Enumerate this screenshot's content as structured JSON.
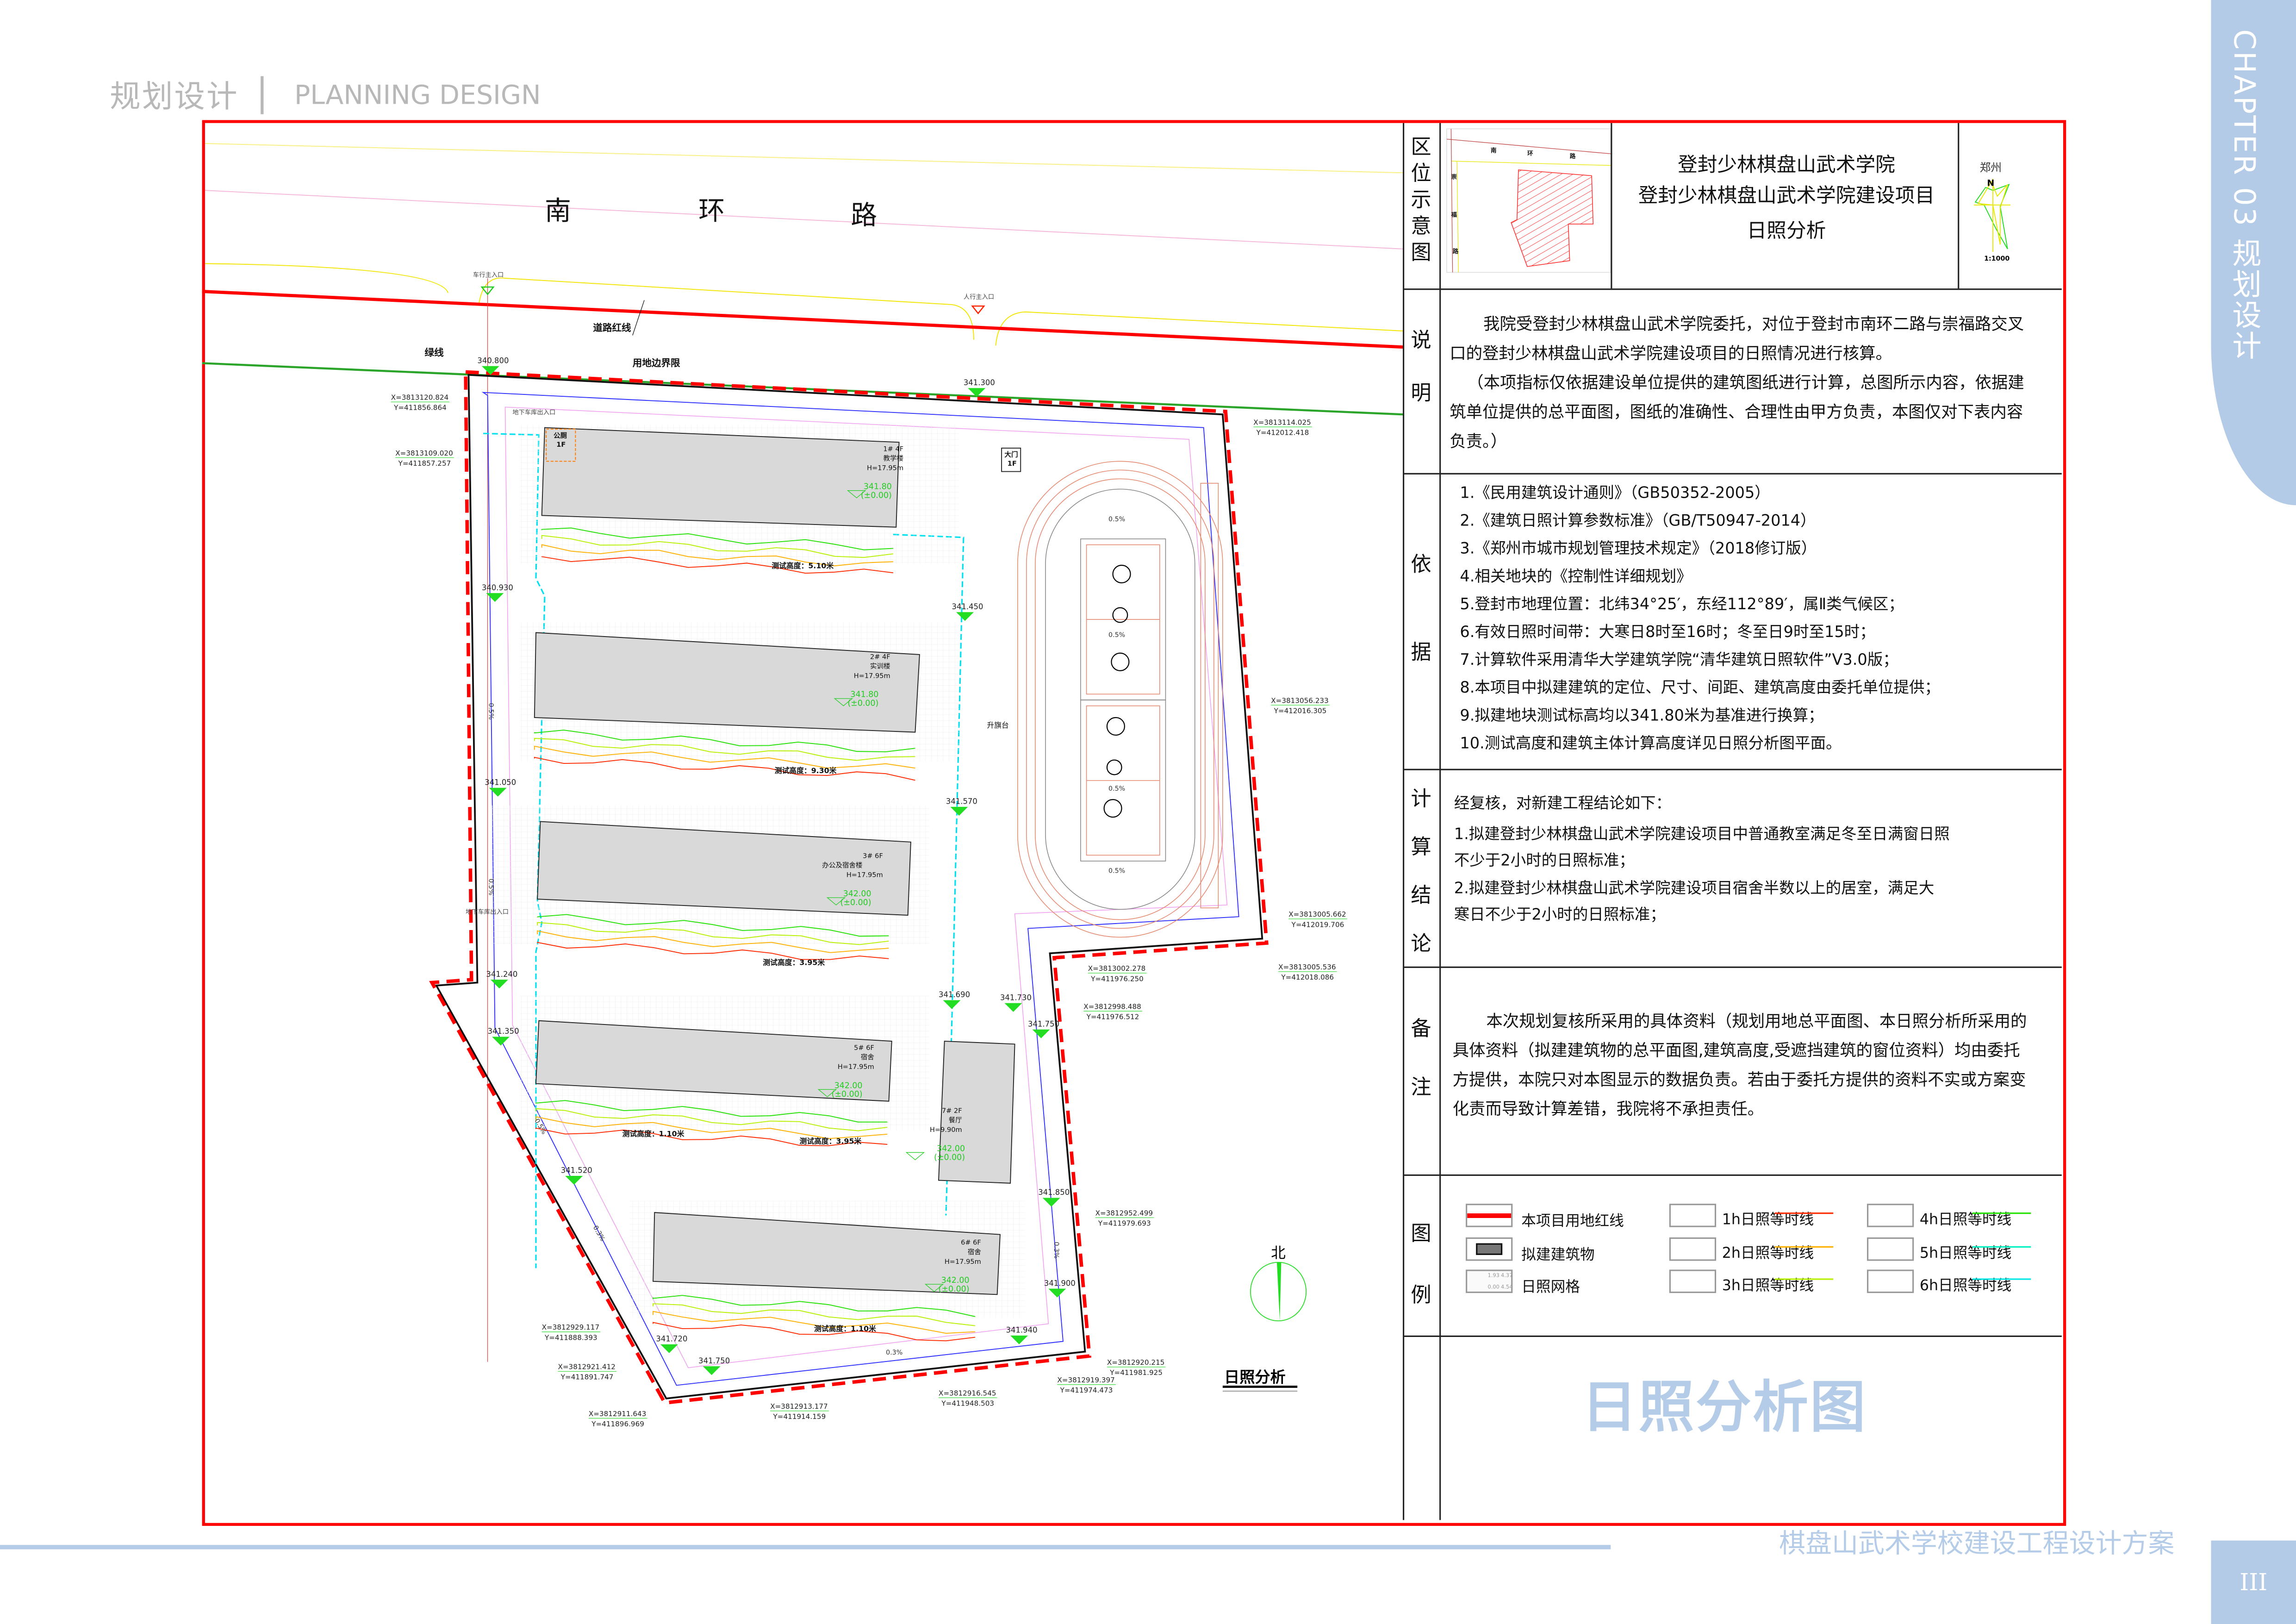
{
  "header": {
    "section_cn": "规划设计",
    "section_en": "PLANNING DESIGN"
  },
  "side_tab": {
    "chapter": "CHAPTER 03 规划设计",
    "page_number": "III"
  },
  "footer": {
    "project_name": "棋盘山武术学校建设工程设计方案"
  },
  "big_title": "日照分析图",
  "plan": {
    "road_name": [
      "南",
      "环",
      "路"
    ],
    "annotations": {
      "road_red_line": "道路红线",
      "green_line": "绿线",
      "site_boundary": "用地边界限",
      "vehicle_entrance": "车行主入口",
      "pedestrian_entrance": "人行主入口",
      "garage_entrance": "地下车库出入口",
      "flag_platform": "升旗台",
      "drawing_label": "日照分析",
      "north": "北"
    },
    "buildings": [
      {
        "id": "1",
        "lines": [
          "1# 4F",
          "教学楼",
          "H=17.95m"
        ],
        "elev": "341.80",
        "rel": "(±0.00)"
      },
      {
        "id": "2",
        "lines": [
          "2# 4F",
          "实训楼",
          "H=17.95m"
        ],
        "elev": "341.80",
        "rel": "(±0.00)"
      },
      {
        "id": "3",
        "lines": [
          "3# 6F",
          "办公及宿舍楼",
          "H=17.95m"
        ],
        "elev": "342.00",
        "rel": "(±0.00)"
      },
      {
        "id": "5",
        "lines": [
          "5# 6F",
          "宿舍",
          "H=17.95m"
        ],
        "elev": "342.00",
        "rel": "(±0.00)"
      },
      {
        "id": "7",
        "lines": [
          "7# 2F",
          "餐厅",
          "H=9.90m"
        ],
        "elev": "342.00",
        "rel": "(±0.00)"
      },
      {
        "id": "6",
        "lines": [
          "6# 6F",
          "宿舍",
          "H=17.95m"
        ],
        "elev": "342.00",
        "rel": "(±0.00)"
      }
    ],
    "small_buildings": [
      {
        "lines": [
          "公厕",
          "1F"
        ]
      },
      {
        "lines": [
          "大门",
          "1F"
        ]
      }
    ],
    "test_heights": [
      "测试高度：5.10米",
      "测试高度：9.30米",
      "测试高度：3.95米",
      "测试高度：1.10米",
      "测试高度：3.95米",
      "测试高度：1.10米"
    ],
    "elevation_points": [
      "340.800",
      "341.300",
      "340.930",
      "341.450",
      "341.050",
      "341.570",
      "341.240",
      "341.350",
      "341.690",
      "341.730",
      "341.750",
      "341.520",
      "341.850",
      "341.900",
      "341.940",
      "341.720",
      "341.750"
    ],
    "slopes": [
      "0.5%",
      "0.5%",
      "0.5%",
      "0.5%",
      "0.3%",
      "0.5%",
      "0.5%",
      "0.5%",
      "0.3%",
      "0.3%"
    ],
    "coordinates": [
      {
        "x": "X=3813120.824",
        "y": "Y=411856.864"
      },
      {
        "x": "X=3813109.020",
        "y": "Y=411857.257"
      },
      {
        "x": "X=3813114.025",
        "y": "Y=412012.418"
      },
      {
        "x": "X=3813056.233",
        "y": "Y=412016.305"
      },
      {
        "x": "X=3813005.662",
        "y": "Y=412019.706"
      },
      {
        "x": "X=3813005.536",
        "y": "Y=412018.086"
      },
      {
        "x": "X=3813002.278",
        "y": "Y=411976.250"
      },
      {
        "x": "X=3812998.488",
        "y": "Y=411976.512"
      },
      {
        "x": "X=3812952.499",
        "y": "Y=411979.693"
      },
      {
        "x": "X=3812929.117",
        "y": "Y=411888.393"
      },
      {
        "x": "X=3812921.412",
        "y": "Y=411891.747"
      },
      {
        "x": "X=3812911.643",
        "y": "Y=411896.969"
      },
      {
        "x": "X=3812913.177",
        "y": "Y=411914.159"
      },
      {
        "x": "X=3812916.545",
        "y": "Y=411948.503"
      },
      {
        "x": "X=3812919.397",
        "y": "Y=411974.473"
      },
      {
        "x": "X=3812920.215",
        "y": "Y=411981.925"
      }
    ]
  },
  "panel": {
    "location": {
      "label": "区位示意图",
      "map_labels": [
        "南",
        "环",
        "路",
        "崇",
        "福",
        "路"
      ],
      "title_lines": [
        "登封少林棋盘山武术学院",
        "登封少林棋盘山武术学院建设项目",
        "日照分析"
      ],
      "wind_city": "郑州",
      "wind_north": "N",
      "scale": "1:1000"
    },
    "description": {
      "label": "说明",
      "lines": [
        "我院受登封少林棋盘山武术学院委托，对位于登封市南环二路与崇福路交叉",
        "口的登封少林棋盘山武术学院建设项目的日照情况进行核算。",
        "（本项指标仅依据建设单位提供的建筑图纸进行计算，总图所示内容，依据建",
        "筑单位提供的总平面图，图纸的准确性、合理性由甲方负责，本图仅对下表内容",
        "负责。）"
      ]
    },
    "basis": {
      "label": "依据",
      "items": [
        "1.《民用建筑设计通则》（GB50352-2005）",
        "2.《建筑日照计算参数标准》（GB/T50947-2014）",
        "3.《郑州市城市规划管理技术规定》（2018修订版）",
        "4.相关地块的《控制性详细规划》",
        "5.登封市地理位置：北纬34°25′，东经112°89′，属Ⅱ类气候区；",
        "6.有效日照时间带：大寒日8时至16时；冬至日9时至15时；",
        "7.计算软件采用清华大学建筑学院“清华建筑日照软件”V3.0版；",
        "8.本项目中拟建建筑的定位、尺寸、间距、建筑高度由委托单位提供；",
        "9.拟建地块测试标高均以341.80米为基准进行换算；",
        "10.测试高度和建筑主体计算高度详见日照分析图平面。"
      ]
    },
    "conclusion": {
      "label": "计算结论",
      "lines": [
        "经复核，对新建工程结论如下：",
        "1.拟建登封少林棋盘山武术学院建设项目中普通教室满足冬至日满窗日照",
        "不少于2小时的日照标准；",
        "2.拟建登封少林棋盘山武术学院建设项目宿舍半数以上的居室，满足大",
        "寒日不少于2小时的日照标准；"
      ]
    },
    "remarks": {
      "label": "备注",
      "lines": [
        "本次规划复核所采用的具体资料（规划用地总平面图、本日照分析所采用的",
        "具体资料（拟建建筑物的总平面图,建筑高度,受遮挡建筑的窗位资料）均由委托",
        "方提供，本院只对本图显示的数据负责。若由于委托方提供的资料不实或方案变",
        "化责而导致计算差错，我院将不承担责任。"
      ]
    },
    "legend": {
      "label": "图例",
      "items": [
        {
          "label": "本项目用地红线"
        },
        {
          "label": "拟建建筑物"
        },
        {
          "label": "日照网格",
          "grid_values": [
            "1.93",
            "4.37",
            "0.00",
            "4.54"
          ]
        },
        {
          "label": "1h日照等时线",
          "color": "#ff2a00"
        },
        {
          "label": "2h日照等时线",
          "color": "#ffb000"
        },
        {
          "label": "3h日照等时线",
          "color": "#b7f000"
        },
        {
          "label": "4h日照等时线",
          "color": "#22e000"
        },
        {
          "label": "5h日照等时线",
          "color": "#00f0c0"
        },
        {
          "label": "6h日照等时线",
          "color": "#00e8e8"
        }
      ]
    }
  },
  "colors": {
    "accent": "#b3cbe6",
    "red_line": "#ff0000",
    "building": "#d9d9d9",
    "elevation": "#22dd22"
  }
}
